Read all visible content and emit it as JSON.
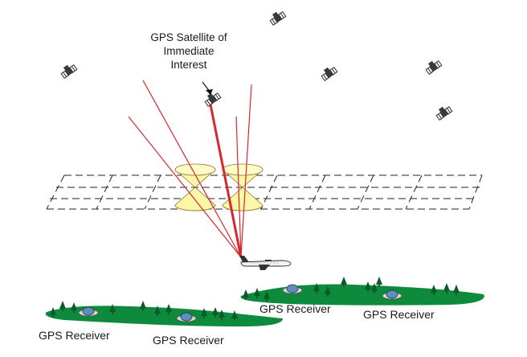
{
  "callout": {
    "lines": [
      "GPS Satellite of",
      "Immediate",
      "Interest"
    ]
  },
  "receivers": [
    {
      "label": "GPS Receiver"
    },
    {
      "label": "GPS Receiver"
    },
    {
      "label": "GPS Receiver"
    },
    {
      "label": "GPS Receiver"
    }
  ],
  "colors": {
    "signal": "#d9262e",
    "cone_fill": "#fff7a8",
    "cone_stroke": "#8a7a2a",
    "ground": "#0e8a3c",
    "tree": "#0a5a2a",
    "receiver_dome": "#5a8fbf",
    "satellite": "#2a2a2a"
  },
  "icons": [
    "satellite-icon",
    "airplane-icon",
    "receiver-dome-icon",
    "tree-icon"
  ]
}
